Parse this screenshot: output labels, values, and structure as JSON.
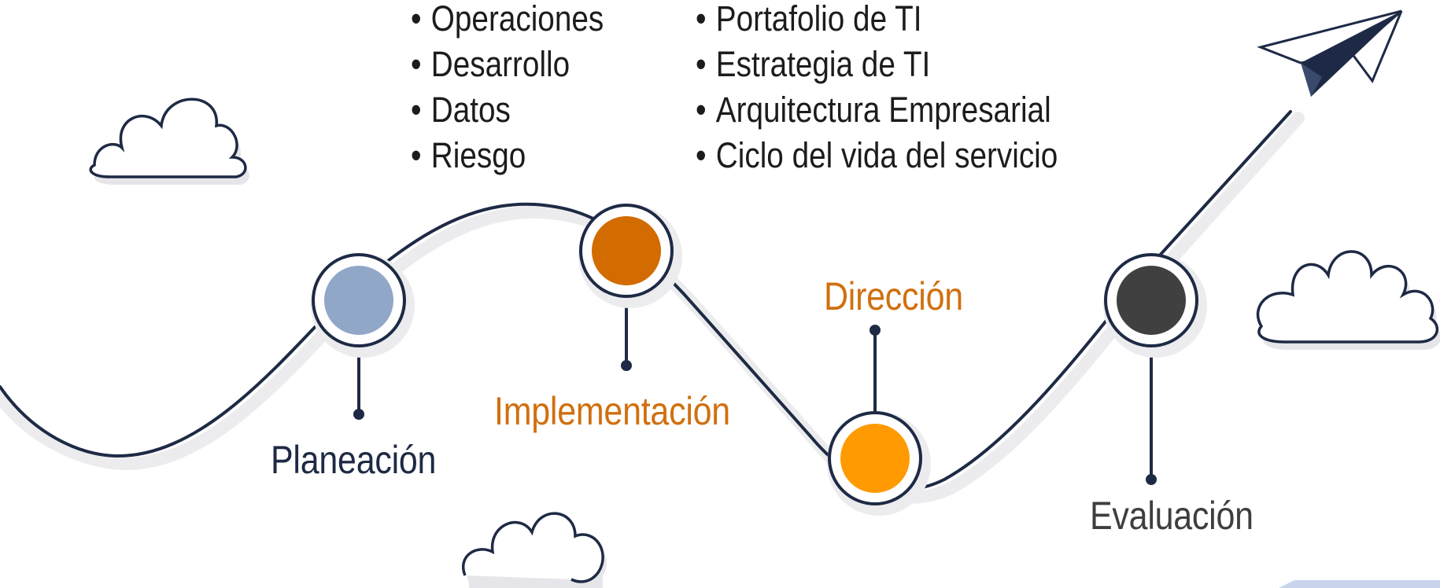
{
  "bullet_lists": [
    {
      "items": [
        "Operaciones",
        "Desarrollo",
        "Datos",
        "Riesgo"
      ]
    },
    {
      "items": [
        "Portafolio de TI",
        "Estrategia de TI",
        "Arquitectura Empresarial",
        "Ciclo del vida del servicio"
      ]
    }
  ],
  "stages": [
    {
      "label": "Planeación",
      "color": "#91a7c8",
      "text_color": "#1e2a45"
    },
    {
      "label": "Implementación",
      "color": "#d26b00",
      "text_color": "#d0700f"
    },
    {
      "label": "Dirección",
      "color": "#ff9a00",
      "text_color": "#d0700f"
    },
    {
      "label": "Evaluación",
      "color": "#404040",
      "text_color": "#3e3e3e"
    }
  ],
  "colors": {
    "line": "#1e2a45",
    "path_shadow": "#ececee",
    "cloud_shadow": "#e6e6ea",
    "corner_accent": "#c9d4ec"
  },
  "icons": [
    "cloud-icon",
    "paper-plane-icon"
  ]
}
